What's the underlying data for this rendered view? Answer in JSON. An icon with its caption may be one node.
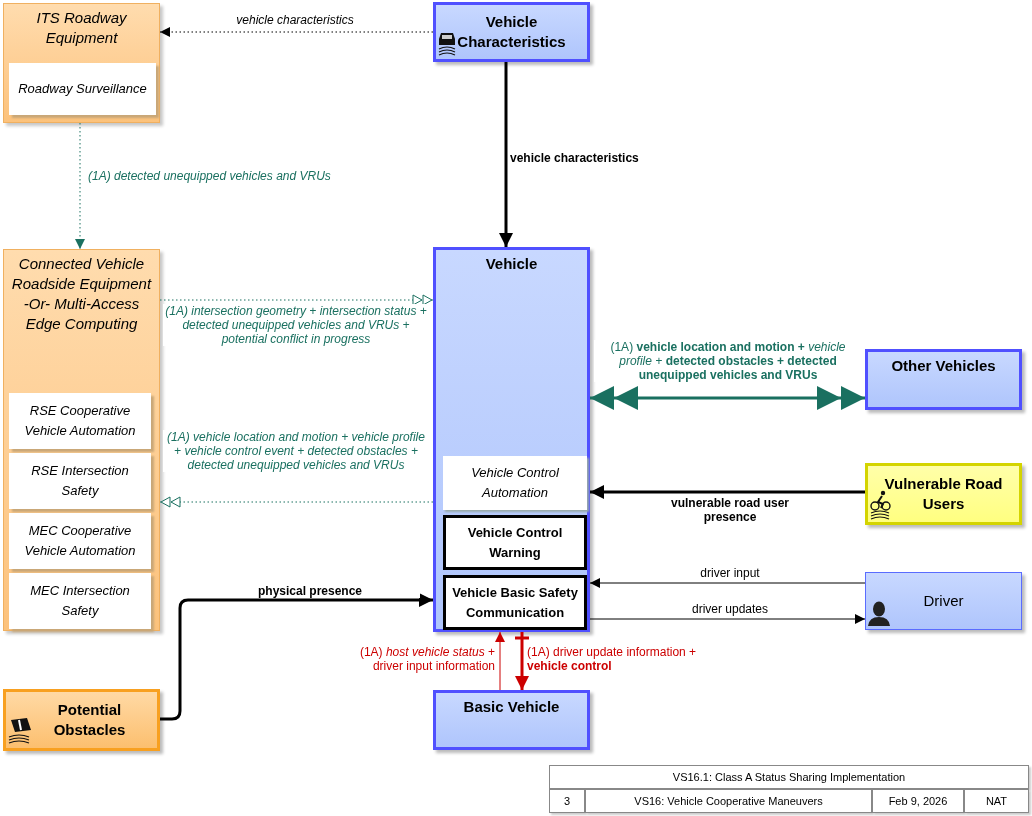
{
  "diagram": {
    "nodes": [
      {
        "text": [
          "ITS Roadway Equipment"
        ]
      },
      {
        "text": [
          "Roadway Surveillance"
        ],
        "in": 0
      },
      {
        "text": [
          "Connected Vehicle Roadside Equipment -Or- Multi-Access Edge Computing"
        ]
      },
      {
        "text": [
          "RSE Cooperative Vehicle Automation"
        ],
        "in": 2
      },
      {
        "text": [
          "RSE Intersection Safety"
        ],
        "in": 2
      },
      {
        "text": [
          "MEC Cooperative Vehicle Automation"
        ],
        "in": 2
      },
      {
        "text": [
          "MEC Intersection Safety"
        ],
        "in": 2
      },
      {
        "text": [
          "Vehicle Characteristics"
        ]
      },
      {
        "text": [
          "Vehicle"
        ]
      },
      {
        "text": [
          "Vehicle Control Automation"
        ],
        "in": 8
      },
      {
        "text": [
          "Vehicle Control Warning"
        ],
        "in": 8
      },
      {
        "text": [
          "Vehicle Basic Safety Communication"
        ],
        "in": 8
      },
      {
        "text": [
          "Other Vehicles"
        ]
      },
      {
        "text": [
          "Vulnerable Road Users"
        ]
      },
      {
        "text": [
          "Driver"
        ]
      },
      {
        "text": [
          "Potential Obstacles"
        ]
      },
      {
        "text": [
          "Basic Vehicle"
        ]
      }
    ],
    "edges": [
      {
        "from": 7,
        "to": 0,
        "arrow": "to",
        "label": "vehicle characteristics",
        "style": "dashed"
      },
      {
        "from": 0,
        "to": 2,
        "arrow": "to",
        "label": "(1A) detected unequipped vehicles and VRUs",
        "style": "dashed",
        "color": "#1a7060"
      },
      {
        "from": 7,
        "to": 8,
        "arrow": "to",
        "label": "vehicle characteristics",
        "style": "thick"
      },
      {
        "from": 2,
        "to": 8,
        "arrow": "to",
        "label": "(1A) intersection geometry + intersection status + detected unequipped vehicles and VRUs + potential conflict in progress",
        "style": "dashed",
        "color": "#1a7060"
      },
      {
        "from": 8,
        "to": 2,
        "arrow": "to",
        "label": "(1A) vehicle location and motion + vehicle profile + vehicle control event + detected obstacles + detected unequipped vehicles and VRUs",
        "style": "dashed",
        "color": "#1a7060"
      },
      {
        "from": 8,
        "to": 12,
        "arrow": "both",
        "label": "(1A) **vehicle location and motion +** *vehicle profile +* **detected obstacles + detected unequipped vehicles and VRUs**",
        "style": "thick",
        "color": "#1a7060"
      },
      {
        "from": 13,
        "to": 8,
        "arrow": "to",
        "label": "vulnerable road user presence",
        "style": "thick"
      },
      {
        "from": 14,
        "to": 8,
        "arrow": "to",
        "label": "driver input"
      },
      {
        "from": 8,
        "to": 14,
        "arrow": "to",
        "label": "driver updates"
      },
      {
        "from": 15,
        "to": 8,
        "arrow": "to",
        "label": "physical presence",
        "style": "thick"
      },
      {
        "from": 16,
        "to": 8,
        "arrow": "to",
        "label": "(1A) *host vehicle status* + driver input information",
        "color": "#cc0000"
      },
      {
        "from": 8,
        "to": 16,
        "arrow": "to",
        "label": "(1A) driver update information + **vehicle control**",
        "style": "thick",
        "color": "#cc0000"
      }
    ],
    "labels": [
      "VS16.1: Class A Status Sharing Implementation",
      "3",
      "VS16: Vehicle Cooperative Maneuvers",
      "Feb 9, 2026",
      "NAT"
    ]
  }
}
